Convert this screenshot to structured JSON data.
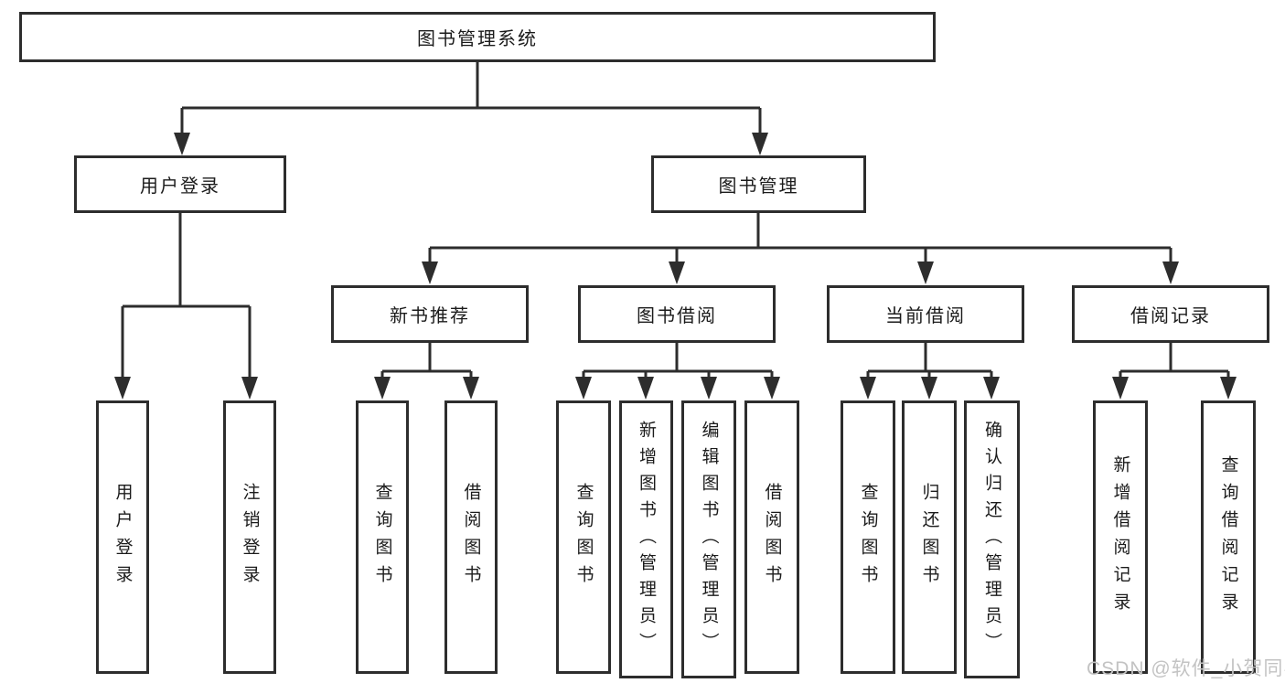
{
  "title": "图书管理系统",
  "tree": {
    "label": "图书管理系统",
    "children": [
      {
        "label": "用户登录",
        "children": [
          {
            "label": "用户登录"
          },
          {
            "label": "注销登录"
          }
        ]
      },
      {
        "label": "图书管理",
        "children": [
          {
            "label": "新书推荐",
            "children": [
              {
                "label": "查询图书"
              },
              {
                "label": "借阅图书"
              }
            ]
          },
          {
            "label": "图书借阅",
            "children": [
              {
                "label": "查询图书"
              },
              {
                "label": "新增图书（管理员）"
              },
              {
                "label": "编辑图书（管理员）"
              },
              {
                "label": "借阅图书"
              }
            ]
          },
          {
            "label": "当前借阅",
            "children": [
              {
                "label": "查询图书"
              },
              {
                "label": "归还图书"
              },
              {
                "label": "确认归还（管理员）"
              }
            ]
          },
          {
            "label": "借阅记录",
            "children": [
              {
                "label": "新增借阅记录"
              },
              {
                "label": "查询借阅记录"
              }
            ]
          }
        ]
      }
    ]
  },
  "watermark": "CSDN @软件_小贺同学",
  "colors": {
    "line": "#2d2d2d",
    "border": "#2d2d2d",
    "text": "#1b1b1b",
    "watermark": "#c3c3c3",
    "background": "#ffffff"
  }
}
